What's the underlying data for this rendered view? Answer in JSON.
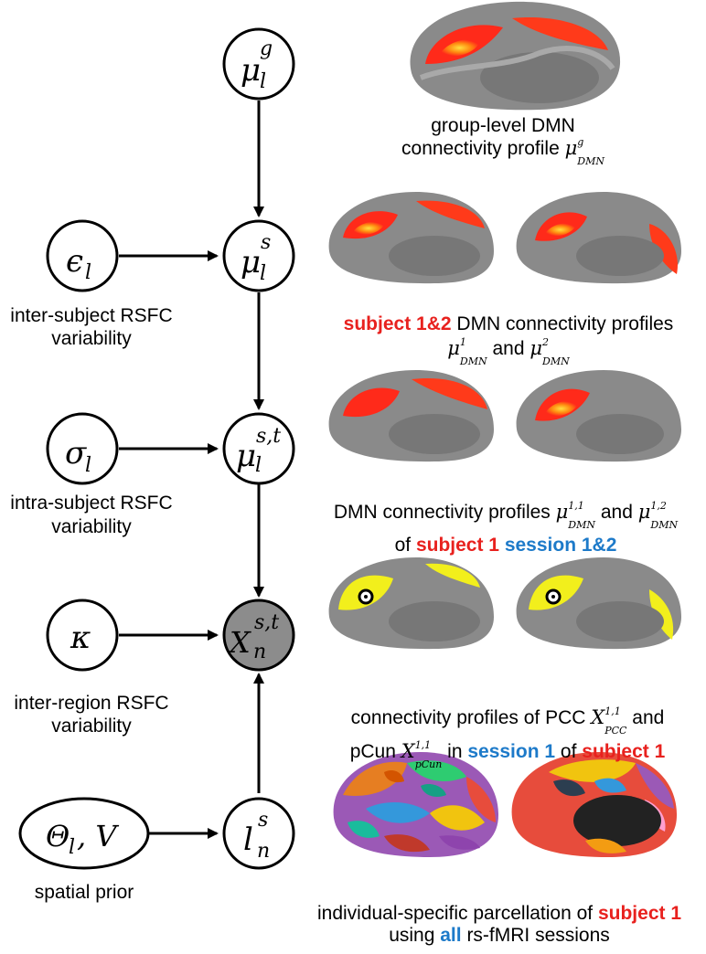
{
  "nodes": {
    "mu_g": {
      "base": "μ",
      "sub": "l",
      "sup": "g"
    },
    "mu_s": {
      "base": "μ",
      "sub": "l",
      "sup": "s"
    },
    "mu_st": {
      "base": "μ",
      "sub": "l",
      "sup": "s,t"
    },
    "x_st": {
      "base": "X",
      "sub": "n",
      "sup": "s,t"
    },
    "l_s": {
      "base": "l",
      "sub": "n",
      "sup": "s"
    },
    "eps": {
      "base": "ϵ",
      "sub": "l"
    },
    "sigma": {
      "base": "σ",
      "sub": "l"
    },
    "kappa": {
      "base": "κ"
    },
    "theta": {
      "base": "Θ",
      "sub": "l",
      "tail": ", V"
    }
  },
  "left_labels": {
    "inter_subject": [
      "inter-subject RSFC",
      "variability"
    ],
    "intra_subject": [
      "intra-subject RSFC",
      "variability"
    ],
    "inter_region": [
      "inter-region RSFC",
      "variability"
    ],
    "spatial_prior": "spatial prior"
  },
  "captions": {
    "c1_line1": "group-level DMN",
    "c1_line2": "connectivity profile",
    "c1_math": {
      "base": "μ",
      "sup": "g",
      "sub": "DMN"
    },
    "c2_red": "subject 1&2",
    "c2_rest": " DMN connectivity profiles",
    "c2_m1": {
      "base": "μ",
      "sup": "1",
      "sub": "DMN"
    },
    "c2_and": " and ",
    "c2_m2": {
      "base": "μ",
      "sup": "2",
      "sub": "DMN"
    },
    "c3_pre": "DMN connectivity profiles ",
    "c3_m1": {
      "base": "μ",
      "sup": "1,1",
      "sub": "DMN"
    },
    "c3_and": " and ",
    "c3_m2": {
      "base": "μ",
      "sup": "1,2",
      "sub": "DMN"
    },
    "c3_of": "of ",
    "c3_red": "subject 1",
    "c3_blue": "session 1&2",
    "c4_pre": "connectivity profiles of PCC ",
    "c4_m1": {
      "base": "X",
      "sup": "1,1",
      "sub": "PCC"
    },
    "c4_and": " and",
    "c4_pcun": "pCun ",
    "c4_m2": {
      "base": "X",
      "sup": "1,1",
      "sub": "pCun"
    },
    "c4_in": " in ",
    "c4_blue": "session 1",
    "c4_of": " of ",
    "c4_red": "subject 1",
    "c5_pre": "individual-specific parcellation of ",
    "c5_red": "subject 1",
    "c5_using": "using ",
    "c5_blue": "all",
    "c5_rest": " rs-fMRI sessions"
  },
  "colors": {
    "red_text": "#e8211e",
    "blue_text": "#1d7ac9",
    "observed_node": "#8c8c8c",
    "brain_gray": "#8a8a8a",
    "activation": "#ff2a1a",
    "yellow": "#f2ef1c"
  }
}
